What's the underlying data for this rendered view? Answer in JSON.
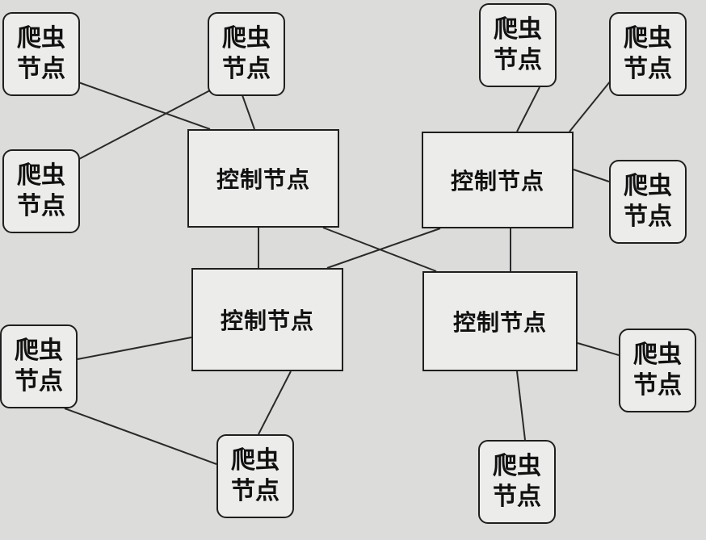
{
  "diagram": {
    "control_nodes": [
      {
        "id": "c1",
        "label": "控制节点"
      },
      {
        "id": "c2",
        "label": "控制节点"
      },
      {
        "id": "c3",
        "label": "控制节点"
      },
      {
        "id": "c4",
        "label": "控制节点"
      }
    ],
    "crawler_nodes": [
      {
        "id": "k1",
        "label": "爬虫节点"
      },
      {
        "id": "k2",
        "label": "爬虫节点"
      },
      {
        "id": "k3",
        "label": "爬虫节点"
      },
      {
        "id": "k4",
        "label": "爬虫节点"
      },
      {
        "id": "k5",
        "label": "爬虫节点"
      },
      {
        "id": "k6",
        "label": "爬虫节点"
      },
      {
        "id": "k7",
        "label": "爬虫节点"
      },
      {
        "id": "k8",
        "label": "爬虫节点"
      },
      {
        "id": "k9",
        "label": "爬虫节点"
      },
      {
        "id": "k10",
        "label": "爬虫节点"
      }
    ],
    "edges": [
      [
        "k1",
        "c1"
      ],
      [
        "k2",
        "c1"
      ],
      [
        "k3",
        "k2"
      ],
      [
        "k4",
        "c2"
      ],
      [
        "k5",
        "c2"
      ],
      [
        "k6",
        "c2"
      ],
      [
        "c1",
        "c3"
      ],
      [
        "c1",
        "c4"
      ],
      [
        "c2",
        "c3"
      ],
      [
        "c2",
        "c4"
      ],
      [
        "k7",
        "c3"
      ],
      [
        "k9",
        "c3"
      ],
      [
        "k7",
        "k9"
      ],
      [
        "k8",
        "c4"
      ],
      [
        "k10",
        "c4"
      ]
    ]
  }
}
